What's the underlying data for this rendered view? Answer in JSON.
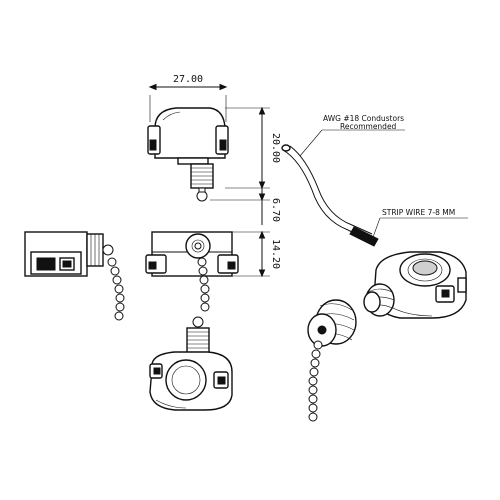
{
  "dimensions": {
    "width": "27.00",
    "height_body": "20.00",
    "height_stem": "6.70",
    "height_front": "14.20"
  },
  "notes": {
    "awg_line1": "AWG #18 Condustors",
    "awg_line2": "Recommended",
    "strip": "STRIP WIRE 7-8 MM"
  }
}
